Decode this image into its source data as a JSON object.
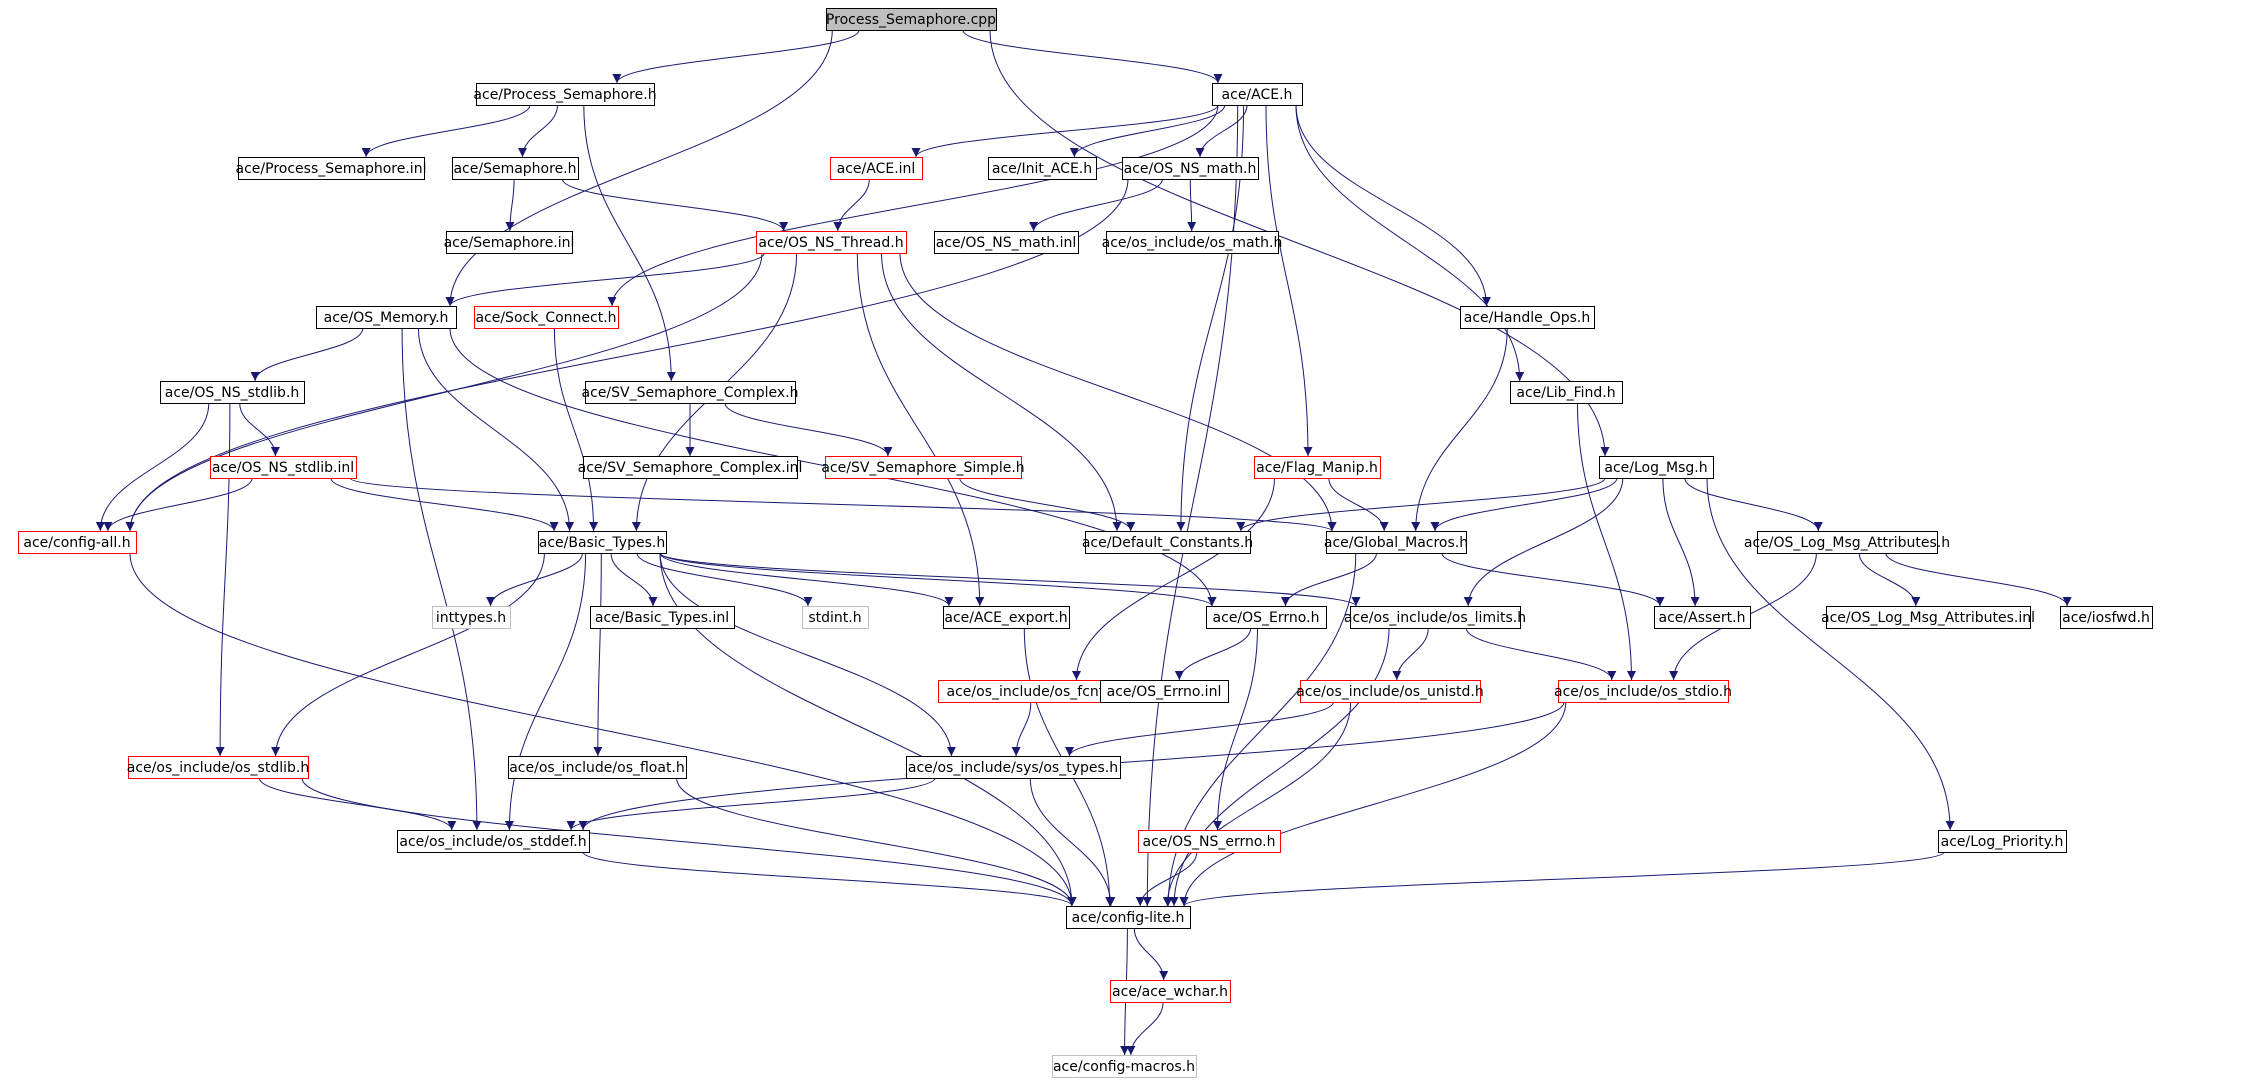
{
  "colors": {
    "edge": "#191970",
    "border_default": "#000000",
    "border_truncated": "#ff0000",
    "border_external": "#bfbfbf",
    "fill_root": "#bfbfbf",
    "fill_default": "#ffffff"
  },
  "nodes": [
    {
      "id": "n0",
      "label": "Process_Semaphore.cpp",
      "kind": "root"
    },
    {
      "id": "n1",
      "label": "ace/Process_Semaphore.h",
      "kind": "default"
    },
    {
      "id": "n2",
      "label": "ace/ACE.h",
      "kind": "default"
    },
    {
      "id": "n3",
      "label": "ace/Process_Semaphore.inl",
      "kind": "default"
    },
    {
      "id": "n4",
      "label": "ace/Semaphore.h",
      "kind": "default"
    },
    {
      "id": "n5",
      "label": "ace/ACE.inl",
      "kind": "truncated"
    },
    {
      "id": "n6",
      "label": "ace/Init_ACE.h",
      "kind": "default"
    },
    {
      "id": "n7",
      "label": "ace/OS_NS_math.h",
      "kind": "default"
    },
    {
      "id": "n8",
      "label": "ace/Semaphore.inl",
      "kind": "default"
    },
    {
      "id": "n9",
      "label": "ace/OS_NS_Thread.h",
      "kind": "truncated"
    },
    {
      "id": "n10",
      "label": "ace/OS_NS_math.inl",
      "kind": "default"
    },
    {
      "id": "n11",
      "label": "ace/os_include/os_math.h",
      "kind": "default"
    },
    {
      "id": "n12",
      "label": "ace/OS_Memory.h",
      "kind": "default"
    },
    {
      "id": "n13",
      "label": "ace/Sock_Connect.h",
      "kind": "truncated"
    },
    {
      "id": "n14",
      "label": "ace/Handle_Ops.h",
      "kind": "default"
    },
    {
      "id": "n15",
      "label": "ace/OS_NS_stdlib.h",
      "kind": "default"
    },
    {
      "id": "n16",
      "label": "ace/SV_Semaphore_Complex.h",
      "kind": "default"
    },
    {
      "id": "n17",
      "label": "ace/Lib_Find.h",
      "kind": "default"
    },
    {
      "id": "n18",
      "label": "ace/OS_NS_stdlib.inl",
      "kind": "truncated"
    },
    {
      "id": "n19",
      "label": "ace/SV_Semaphore_Complex.inl",
      "kind": "default"
    },
    {
      "id": "n20",
      "label": "ace/SV_Semaphore_Simple.h",
      "kind": "truncated"
    },
    {
      "id": "n21",
      "label": "ace/Flag_Manip.h",
      "kind": "truncated"
    },
    {
      "id": "n22",
      "label": "ace/Log_Msg.h",
      "kind": "default"
    },
    {
      "id": "n23",
      "label": "ace/config-all.h",
      "kind": "truncated"
    },
    {
      "id": "n24",
      "label": "ace/Basic_Types.h",
      "kind": "default"
    },
    {
      "id": "n25",
      "label": "ace/Default_Constants.h",
      "kind": "default"
    },
    {
      "id": "n26",
      "label": "ace/Global_Macros.h",
      "kind": "default"
    },
    {
      "id": "n27",
      "label": "ace/OS_Log_Msg_Attributes.h",
      "kind": "default"
    },
    {
      "id": "n28",
      "label": "inttypes.h",
      "kind": "external"
    },
    {
      "id": "n29",
      "label": "ace/Basic_Types.inl",
      "kind": "default"
    },
    {
      "id": "n30",
      "label": "stdint.h",
      "kind": "external"
    },
    {
      "id": "n31",
      "label": "ace/ACE_export.h",
      "kind": "default"
    },
    {
      "id": "n32",
      "label": "ace/OS_Errno.h",
      "kind": "default"
    },
    {
      "id": "n33",
      "label": "ace/os_include/os_limits.h",
      "kind": "default"
    },
    {
      "id": "n34",
      "label": "ace/Assert.h",
      "kind": "default"
    },
    {
      "id": "n35",
      "label": "ace/OS_Log_Msg_Attributes.inl",
      "kind": "default"
    },
    {
      "id": "n36",
      "label": "ace/iosfwd.h",
      "kind": "default"
    },
    {
      "id": "n37",
      "label": "ace/os_include/os_fcntl.h",
      "kind": "truncated"
    },
    {
      "id": "n38",
      "label": "ace/OS_Errno.inl",
      "kind": "default"
    },
    {
      "id": "n39",
      "label": "ace/os_include/os_unistd.h",
      "kind": "truncated"
    },
    {
      "id": "n40",
      "label": "ace/os_include/os_stdio.h",
      "kind": "truncated"
    },
    {
      "id": "n41",
      "label": "ace/os_include/os_stdlib.h",
      "kind": "truncated"
    },
    {
      "id": "n42",
      "label": "ace/os_include/os_float.h",
      "kind": "default"
    },
    {
      "id": "n43",
      "label": "ace/os_include/sys/os_types.h",
      "kind": "default"
    },
    {
      "id": "n44",
      "label": "ace/os_include/os_stddef.h",
      "kind": "default"
    },
    {
      "id": "n45",
      "label": "ace/OS_NS_errno.h",
      "kind": "truncated"
    },
    {
      "id": "n46",
      "label": "ace/Log_Priority.h",
      "kind": "default"
    },
    {
      "id": "n47",
      "label": "ace/config-lite.h",
      "kind": "default"
    },
    {
      "id": "n48",
      "label": "ace/ace_wchar.h",
      "kind": "truncated"
    },
    {
      "id": "n49",
      "label": "ace/config-macros.h",
      "kind": "external"
    }
  ],
  "edges": [
    [
      "n0",
      "n1"
    ],
    [
      "n0",
      "n2"
    ],
    [
      "n0",
      "n12"
    ],
    [
      "n0",
      "n22"
    ],
    [
      "n1",
      "n3"
    ],
    [
      "n1",
      "n4"
    ],
    [
      "n1",
      "n16"
    ],
    [
      "n2",
      "n5"
    ],
    [
      "n2",
      "n6"
    ],
    [
      "n2",
      "n7"
    ],
    [
      "n2",
      "n13"
    ],
    [
      "n2",
      "n25"
    ],
    [
      "n2",
      "n21"
    ],
    [
      "n2",
      "n14"
    ],
    [
      "n2",
      "n17"
    ],
    [
      "n2",
      "n47"
    ],
    [
      "n4",
      "n8"
    ],
    [
      "n4",
      "n9"
    ],
    [
      "n5",
      "n9"
    ],
    [
      "n7",
      "n10"
    ],
    [
      "n7",
      "n11"
    ],
    [
      "n7",
      "n23"
    ],
    [
      "n9",
      "n12"
    ],
    [
      "n9",
      "n23"
    ],
    [
      "n9",
      "n25"
    ],
    [
      "n9",
      "n26"
    ],
    [
      "n9",
      "n24"
    ],
    [
      "n9",
      "n31"
    ],
    [
      "n12",
      "n15"
    ],
    [
      "n12",
      "n24"
    ],
    [
      "n12",
      "n44"
    ],
    [
      "n12",
      "n32"
    ],
    [
      "n13",
      "n24"
    ],
    [
      "n14",
      "n26"
    ],
    [
      "n15",
      "n18"
    ],
    [
      "n15",
      "n23"
    ],
    [
      "n15",
      "n41"
    ],
    [
      "n16",
      "n19"
    ],
    [
      "n16",
      "n20"
    ],
    [
      "n17",
      "n40"
    ],
    [
      "n18",
      "n23"
    ],
    [
      "n18",
      "n24"
    ],
    [
      "n18",
      "n26"
    ],
    [
      "n20",
      "n25"
    ],
    [
      "n21",
      "n26"
    ],
    [
      "n21",
      "n37"
    ],
    [
      "n22",
      "n25"
    ],
    [
      "n22",
      "n26"
    ],
    [
      "n22",
      "n27"
    ],
    [
      "n22",
      "n34"
    ],
    [
      "n22",
      "n33"
    ],
    [
      "n22",
      "n46"
    ],
    [
      "n23",
      "n47"
    ],
    [
      "n24",
      "n28"
    ],
    [
      "n24",
      "n29"
    ],
    [
      "n24",
      "n30"
    ],
    [
      "n24",
      "n31"
    ],
    [
      "n24",
      "n32"
    ],
    [
      "n24",
      "n33"
    ],
    [
      "n24",
      "n41"
    ],
    [
      "n24",
      "n42"
    ],
    [
      "n24",
      "n43"
    ],
    [
      "n24",
      "n44"
    ],
    [
      "n24",
      "n47"
    ],
    [
      "n26",
      "n32"
    ],
    [
      "n26",
      "n34"
    ],
    [
      "n26",
      "n47"
    ],
    [
      "n27",
      "n35"
    ],
    [
      "n27",
      "n36"
    ],
    [
      "n27",
      "n40"
    ],
    [
      "n31",
      "n47"
    ],
    [
      "n32",
      "n38"
    ],
    [
      "n32",
      "n45"
    ],
    [
      "n33",
      "n39"
    ],
    [
      "n33",
      "n40"
    ],
    [
      "n33",
      "n47"
    ],
    [
      "n37",
      "n43"
    ],
    [
      "n39",
      "n43"
    ],
    [
      "n39",
      "n47"
    ],
    [
      "n40",
      "n44"
    ],
    [
      "n40",
      "n47"
    ],
    [
      "n41",
      "n44"
    ],
    [
      "n41",
      "n47"
    ],
    [
      "n42",
      "n47"
    ],
    [
      "n43",
      "n44"
    ],
    [
      "n43",
      "n47"
    ],
    [
      "n44",
      "n47"
    ],
    [
      "n45",
      "n47"
    ],
    [
      "n46",
      "n47"
    ],
    [
      "n47",
      "n48"
    ],
    [
      "n47",
      "n49"
    ],
    [
      "n48",
      "n49"
    ]
  ]
}
